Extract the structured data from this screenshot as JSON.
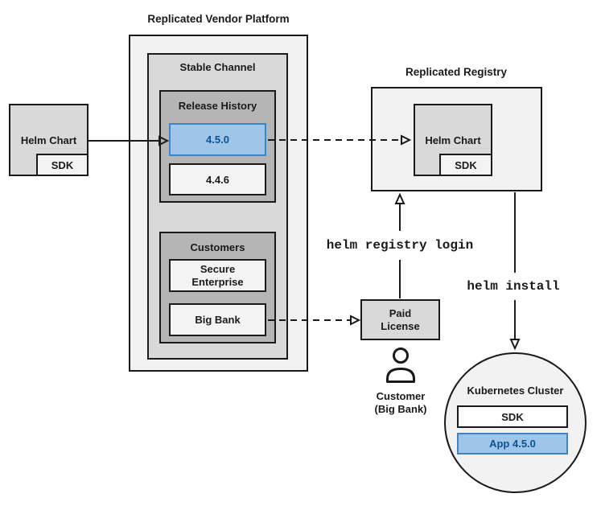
{
  "colors": {
    "highlight_fill": "#9fc5e8",
    "highlight_border": "#3d85c6",
    "highlight_text": "#0b5394",
    "box_light_gray": "#f2f2f2",
    "box_mid_gray": "#d9d9d9",
    "box_dark_gray": "#b5b5b5",
    "box_pale_gray": "#f3f3f3",
    "line_color": "#1a1a1a"
  },
  "source": {
    "chart_label": "Helm Chart",
    "sdk_label": "SDK"
  },
  "platform": {
    "title": "Replicated Vendor Platform",
    "stable_channel": {
      "title": "Stable Channel",
      "release_history": {
        "title": "Release History",
        "versions": [
          {
            "label": "4.5.0",
            "highlighted": true
          },
          {
            "label": "4.4.6",
            "highlighted": false
          }
        ]
      },
      "customers": {
        "title": "Customers",
        "items": [
          {
            "label": "Secure Enterprise"
          },
          {
            "label": "Big Bank"
          }
        ]
      }
    }
  },
  "registry": {
    "title": "Replicated Registry",
    "chart_label": "Helm Chart",
    "sdk_label": "SDK"
  },
  "license": {
    "label": "Paid License"
  },
  "customer": {
    "name": "Customer",
    "company": "(Big Bank)"
  },
  "cluster": {
    "title": "Kubernetes Cluster",
    "sdk_label": "SDK",
    "app_label": "App 4.5.0"
  },
  "commands": {
    "registry_login": "helm registry login",
    "install": "helm install"
  }
}
